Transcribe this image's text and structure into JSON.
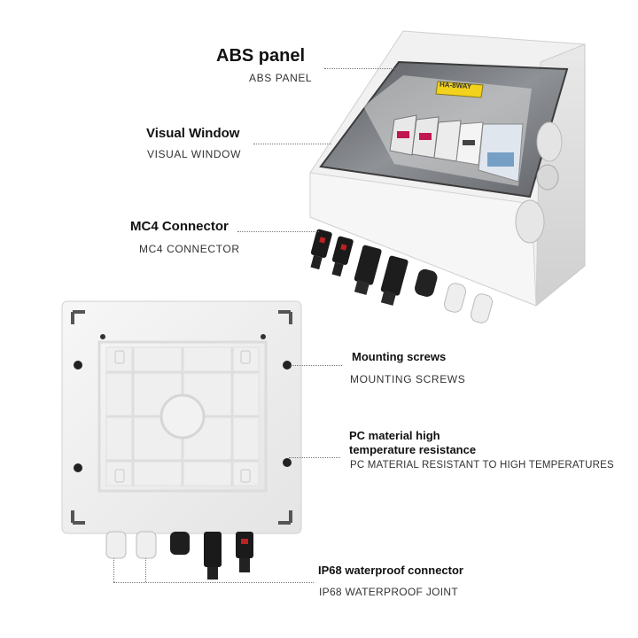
{
  "labels": {
    "abs_panel": {
      "title": "ABS panel",
      "subtitle": "ABS PANEL"
    },
    "visual_window": {
      "title": "Visual Window",
      "subtitle": "VISUAL WINDOW"
    },
    "mc4": {
      "title": "MC4 Connector",
      "subtitle": "MC4 CONNECTOR"
    },
    "mounting": {
      "title": "Mounting screws",
      "subtitle": "MOUNTING SCREWS"
    },
    "pc_material": {
      "title_line1": "PC material high",
      "title_line2": "temperature resistance",
      "subtitle": "PC MATERIAL RESISTANT TO HIGH TEMPERATURES"
    },
    "ip68": {
      "title": "IP68 waterproof connector",
      "subtitle": "IP68 WATERPROOF JOINT"
    }
  },
  "device": {
    "model_tag": "HA-8WAY"
  },
  "colors": {
    "tag_yellow": "#f2d21c",
    "breaker_red": "#c0174f",
    "panel_white": "#f4f4f4",
    "connector_black": "#1a1a1a"
  }
}
